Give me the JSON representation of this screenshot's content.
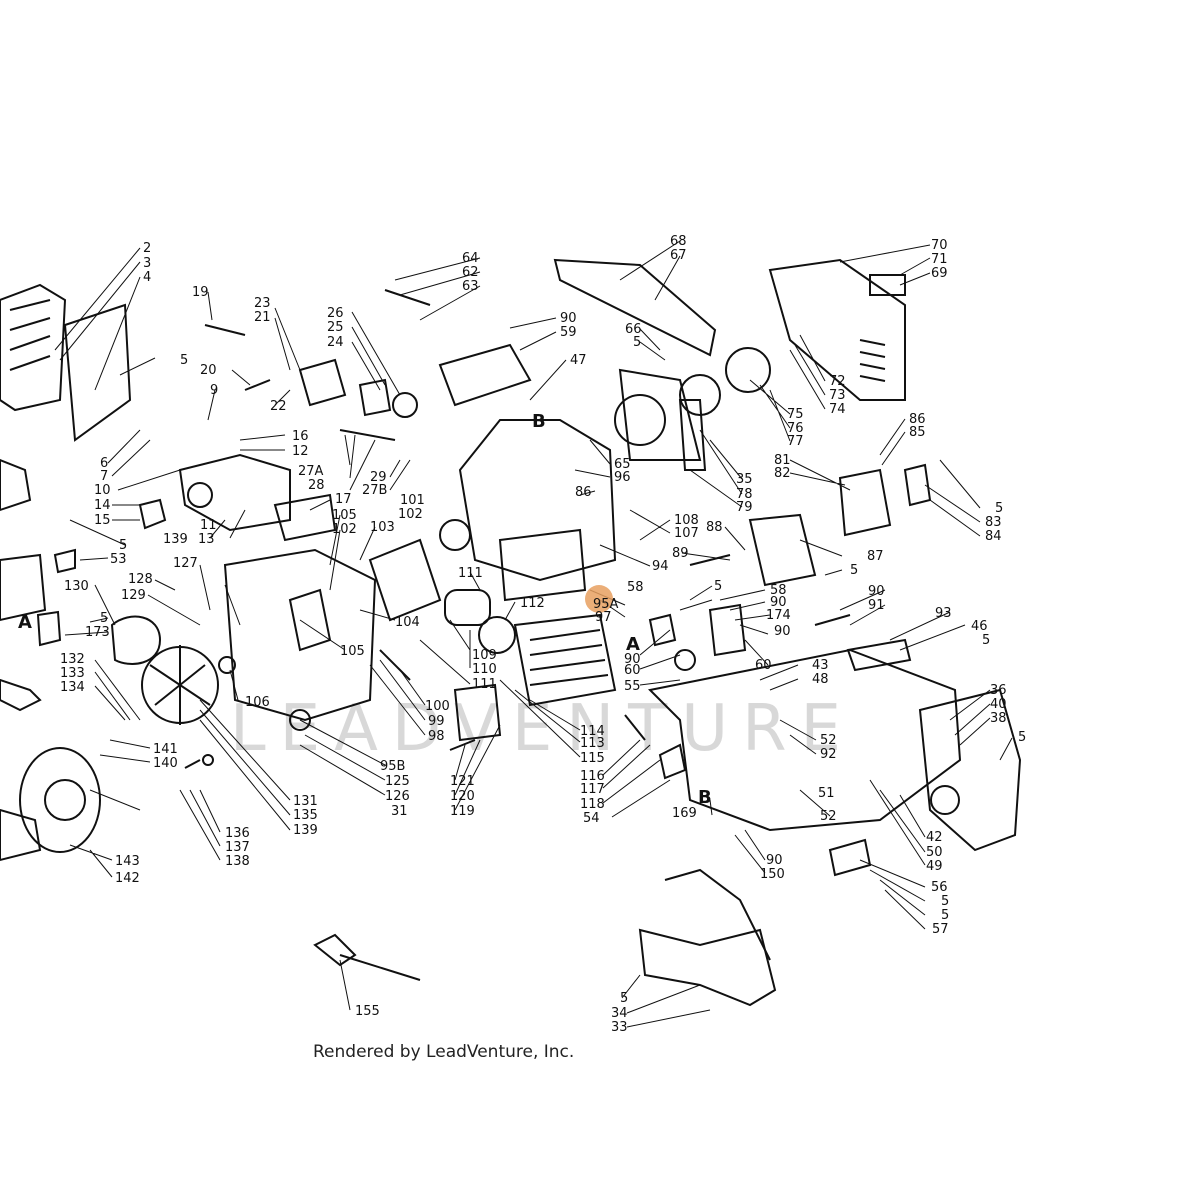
{
  "hotspot": {
    "label": "95A",
    "color": "#E8A060"
  },
  "watermark": "LEADVENTURE",
  "footer": "Rendered by LeadVenture, Inc.",
  "callouts": [
    "2",
    "3",
    "4",
    "5",
    "6",
    "7",
    "10",
    "14",
    "15",
    "5",
    "53",
    "A",
    "5",
    "173",
    "130",
    "132",
    "133",
    "134",
    "141",
    "140",
    "128",
    "129",
    "127",
    "131",
    "135",
    "139",
    "136",
    "137",
    "138",
    "143",
    "142",
    "155",
    "19",
    "20",
    "9",
    "23",
    "21",
    "22",
    "16",
    "12",
    "139",
    "11",
    "13",
    "17",
    "26",
    "25",
    "24",
    "27A",
    "28",
    "29",
    "27B",
    "105",
    "102",
    "103",
    "106",
    "105",
    "104",
    "111",
    "109",
    "110",
    "111",
    "112",
    "100",
    "99",
    "98",
    "95B",
    "125",
    "126",
    "31",
    "121",
    "120",
    "119",
    "114",
    "113",
    "115",
    "116",
    "117",
    "118",
    "64",
    "62",
    "63",
    "90",
    "59",
    "47",
    "B",
    "65",
    "96",
    "86",
    "107",
    "108",
    "101",
    "102",
    "94",
    "95A",
    "97",
    "66",
    "5",
    "68",
    "67",
    "35",
    "78",
    "79",
    "75",
    "76",
    "77",
    "72",
    "73",
    "74",
    "70",
    "71",
    "69",
    "81",
    "82",
    "86",
    "85",
    "5",
    "83",
    "84",
    "88",
    "89",
    "87",
    "5",
    "58",
    "5",
    "58",
    "90",
    "174",
    "A",
    "90",
    "60",
    "55",
    "90",
    "60",
    "90",
    "91",
    "93",
    "46",
    "5",
    "43",
    "48",
    "52",
    "92",
    "52",
    "51",
    "B",
    "169",
    "54",
    "90",
    "150",
    "36",
    "40",
    "38",
    "5",
    "42",
    "50",
    "49",
    "56",
    "5",
    "5",
    "57",
    "5",
    "34",
    "33"
  ]
}
